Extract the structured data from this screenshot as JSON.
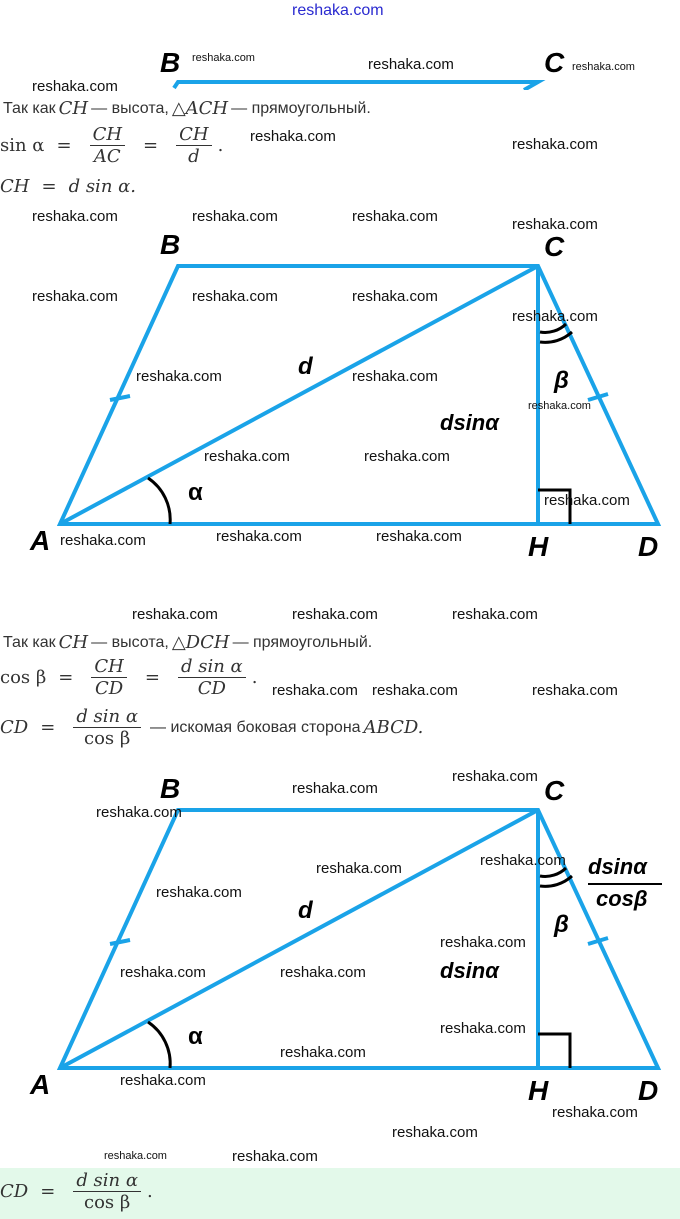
{
  "site_link": "reshaka.com",
  "watermark": "reshaka.com",
  "colors": {
    "figure_line": "#1aa3e8",
    "answer_bg": "#e3f9ea"
  },
  "figure_labels": {
    "A": "A",
    "B": "B",
    "C": "C",
    "D": "D",
    "H": "H",
    "d": "d",
    "alpha": "α",
    "beta": "β",
    "dsina": "dsinα",
    "frac_num": "dsinα",
    "frac_den": "cosβ"
  },
  "step1": {
    "intro_a": "Так как",
    "CH": "CH",
    "dash_height": "— высота,",
    "tri": "△ACH",
    "dash_right": "— прямоугольный.",
    "sin_lhs": "sin α",
    "eq": "=",
    "num1": "CH",
    "den1": "AC",
    "num2": "CH",
    "den2": "d",
    "dot": ".",
    "ch_lhs": "CH",
    "ch_rhs": "d sin α."
  },
  "step2": {
    "intro_a": "Так как",
    "CH": "CH",
    "dash_height": "— высота,",
    "tri": "△DCH",
    "dash_right": "— прямоугольный.",
    "cos_lhs": "cos β",
    "eq": "=",
    "num1": "CH",
    "den1": "CD",
    "num2": "d sin α",
    "den2": "CD",
    "dot": ".",
    "cd_lhs": "CD",
    "cd_num": "d sin α",
    "cd_den": "cos β",
    "cd_tail": "— искомая боковая сторона",
    "abcd": "ABCD."
  },
  "answer": {
    "lhs": "CD",
    "eq": "=",
    "num": "d sin α",
    "den": "cos β",
    "dot": "."
  }
}
